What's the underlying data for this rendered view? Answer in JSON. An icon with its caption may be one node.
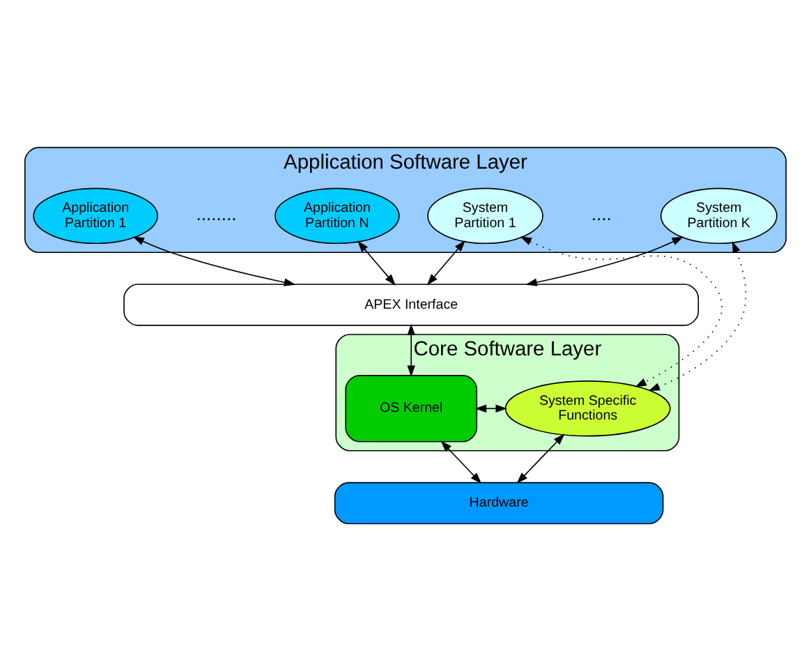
{
  "diagram": {
    "nodes": [
      {
        "text": [
          "Application Software Layer"
        ]
      },
      {
        "text": [
          "Application Partition 1"
        ],
        "in": 0
      },
      {
        "text": [
          "Application Partition N"
        ],
        "in": 0
      },
      {
        "text": [
          "System Partition 1"
        ],
        "in": 0
      },
      {
        "text": [
          "System Partition K"
        ],
        "in": 0
      },
      {
        "text": [
          "APEX Interface"
        ]
      },
      {
        "text": [
          "Core Software Layer"
        ]
      },
      {
        "text": [
          "OS Kernel"
        ],
        "in": 6
      },
      {
        "text": [
          "System Specific Functions"
        ],
        "in": 6
      },
      {
        "text": [
          "Hardware"
        ]
      }
    ],
    "edges": [
      {
        "from": 1,
        "to": 5,
        "arrow": "both"
      },
      {
        "from": 2,
        "to": 5,
        "arrow": "both"
      },
      {
        "from": 3,
        "to": 5,
        "arrow": "both"
      },
      {
        "from": 4,
        "to": 5,
        "arrow": "both"
      },
      {
        "from": 3,
        "to": 8,
        "arrow": "both",
        "style": "dashed"
      },
      {
        "from": 4,
        "to": 8,
        "arrow": "both",
        "style": "dashed"
      },
      {
        "from": 5,
        "to": 7,
        "arrow": "both"
      },
      {
        "from": 7,
        "to": 8,
        "arrow": "both"
      },
      {
        "from": 7,
        "to": 9,
        "arrow": "both"
      },
      {
        "from": 8,
        "to": 9,
        "arrow": "both"
      }
    ],
    "labels": [
      "........",
      "...."
    ]
  }
}
